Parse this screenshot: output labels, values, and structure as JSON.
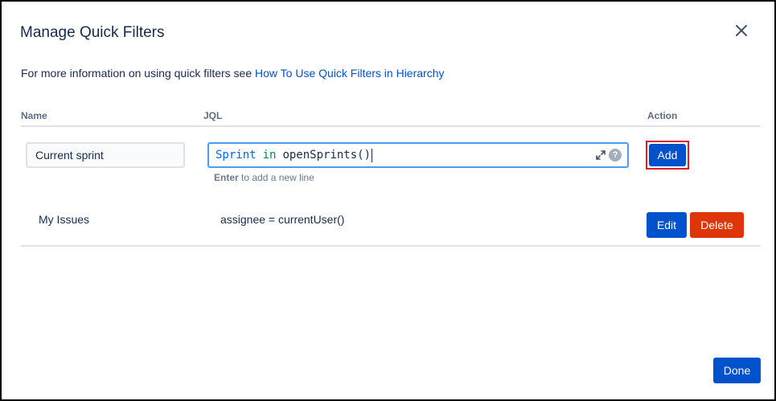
{
  "dialog": {
    "title": "Manage Quick Filters",
    "info_text": "For more information on using quick filters see ",
    "info_link": "How To Use Quick Filters in Hierarchy"
  },
  "table": {
    "headers": {
      "name": "Name",
      "jql": "JQL",
      "action": "Action"
    },
    "new_row": {
      "name_value": "Current sprint",
      "jql_tokens": {
        "field": "Sprint",
        "operator": "in",
        "function": "openSprints()"
      },
      "help_glyph": "?",
      "hint_key": "Enter",
      "hint_text": " to add a new line",
      "add_label": "Add"
    },
    "rows": [
      {
        "name": "My Issues",
        "jql": "assignee = currentUser()",
        "edit_label": "Edit",
        "delete_label": "Delete"
      }
    ]
  },
  "footer": {
    "done_label": "Done"
  },
  "colors": {
    "primary": "#0052cc",
    "danger": "#de350b",
    "highlight_outline": "#e11d2a",
    "focus": "#4c9aff"
  },
  "icons": {
    "close": "close-icon",
    "expand": "expand-icon",
    "help": "help-icon"
  }
}
